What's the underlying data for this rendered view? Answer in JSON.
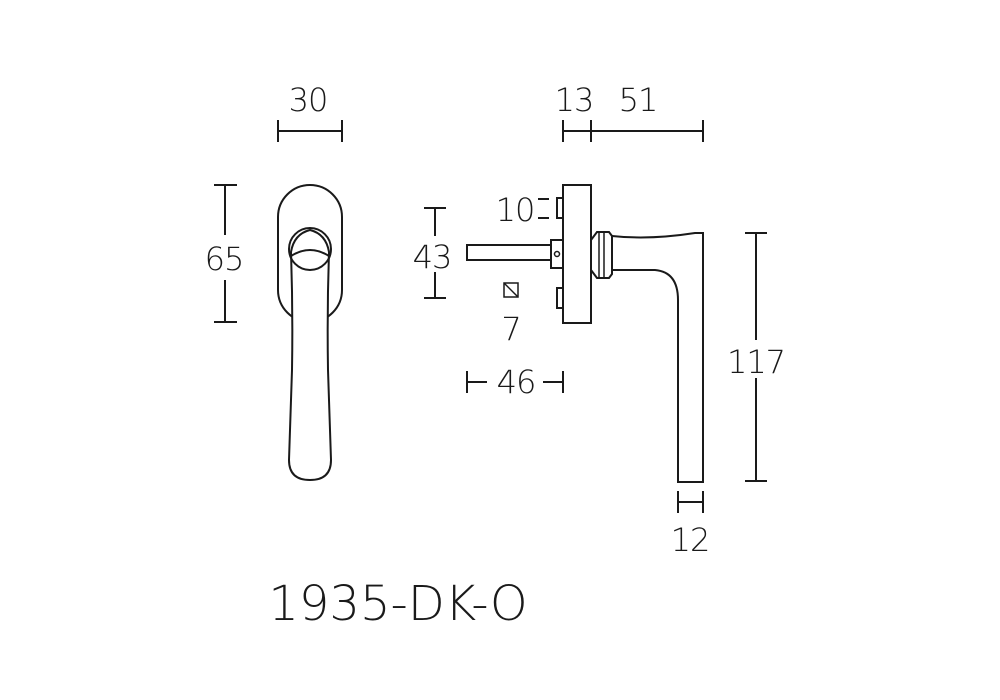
{
  "dimensions": {
    "front_width": "30",
    "front_height": "65",
    "rosette_depth": "13",
    "handle_projection": "51",
    "spindle_offset": "10",
    "fixing_spacing": "43",
    "spindle_square": "7",
    "spindle_length": "46",
    "handle_length": "117",
    "grip_width": "12"
  },
  "model_number": "1935-DK-O",
  "colors": {
    "line": "#1a1a1a",
    "background": "#ffffff"
  }
}
